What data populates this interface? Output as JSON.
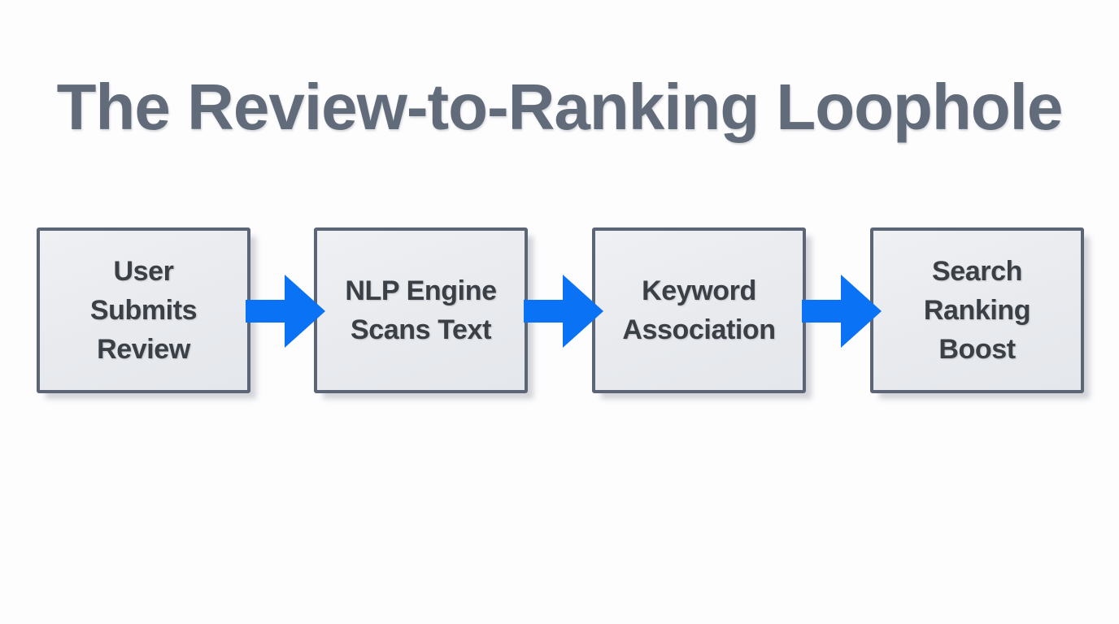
{
  "slide": {
    "background_color": "#fdfdfe",
    "title": "The Review-to-Ranking Loophole",
    "title_color": "#626b79"
  },
  "theme": {
    "node_fill": "#eceef1",
    "node_border": "#5b6575",
    "node_text": "#3b4046",
    "arrow_color": "#0a72f5",
    "shadow_color": "#c9ced6"
  },
  "flow": {
    "type": "linear-process",
    "direction": "left-to-right",
    "connector_icon": "right-arrow-icon",
    "steps": [
      {
        "index": 1,
        "label": "User\nSubmits\nReview"
      },
      {
        "index": 2,
        "label": "NLP Engine\nScans Text"
      },
      {
        "index": 3,
        "label": "Keyword\nAssociation"
      },
      {
        "index": 4,
        "label": "Search\nRanking\nBoost"
      }
    ],
    "connectors": [
      {
        "from": 1,
        "to": 2
      },
      {
        "from": 2,
        "to": 3
      },
      {
        "from": 3,
        "to": 4
      }
    ]
  }
}
